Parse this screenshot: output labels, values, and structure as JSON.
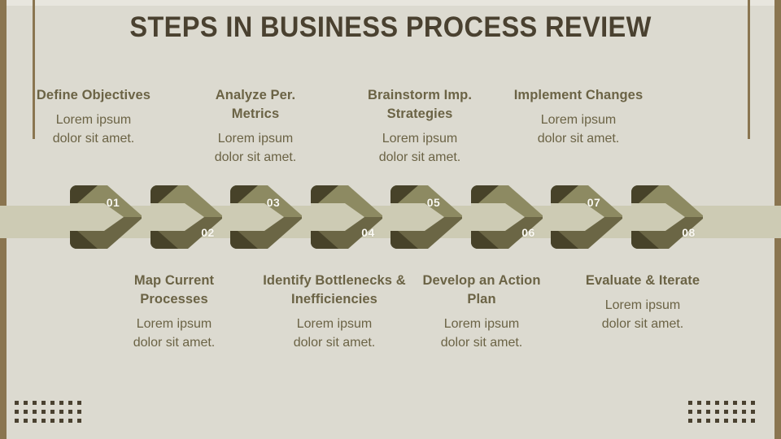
{
  "slide": {
    "title": "STEPS IN BUSINESS PROCESS REVIEW",
    "background_color": "#dcdad0",
    "band_color": "#cdcbb4",
    "accent_bar_color": "#8a7550",
    "title_color": "#4a4130",
    "text_color": "#6b6345",
    "chevron_light": "#8d8a62",
    "chevron_dark": "#6b6645",
    "chevron_notch": "#474229",
    "number_color": "#fbfaf4"
  },
  "steps": [
    {
      "number": "01",
      "position": "top",
      "heading": "Define Objectives",
      "body": "Lorem ipsum dolor sit amet."
    },
    {
      "number": "02",
      "position": "bottom",
      "heading": "Map Current Processes",
      "body": "Lorem ipsum dolor sit amet."
    },
    {
      "number": "03",
      "position": "top",
      "heading": "Analyze Per. Metrics",
      "body": "Lorem ipsum dolor sit amet."
    },
    {
      "number": "04",
      "position": "bottom",
      "heading": "Identify Bottlenecks & Inefficiencies",
      "body": "Lorem ipsum dolor sit amet."
    },
    {
      "number": "05",
      "position": "top",
      "heading": "Brainstorm Imp. Strategies",
      "body": "Lorem ipsum dolor sit amet."
    },
    {
      "number": "06",
      "position": "bottom",
      "heading": "Develop an Action Plan",
      "body": "Lorem ipsum dolor sit amet."
    },
    {
      "number": "07",
      "position": "top",
      "heading": "Implement Changes",
      "body": "Lorem ipsum dolor sit amet."
    },
    {
      "number": "08",
      "position": "bottom",
      "heading": "Evaluate & Iterate",
      "body": "Lorem ipsum dolor sit amet."
    }
  ],
  "top_columns": [
    {
      "heading": "Define Objectives",
      "body_line1": "Lorem ipsum",
      "body_line2": "dolor sit amet."
    },
    {
      "heading": "Analyze Per. Metrics",
      "body_line1": "Lorem ipsum",
      "body_line2": "dolor sit amet."
    },
    {
      "heading": "Brainstorm Imp. Strategies",
      "body_line1": "Lorem ipsum",
      "body_line2": "dolor sit amet."
    },
    {
      "heading": "Implement Changes",
      "body_line1": "Lorem ipsum",
      "body_line2": "dolor sit amet."
    }
  ],
  "bottom_columns": [
    {
      "heading": "Map Current Processes",
      "body_line1": "Lorem ipsum",
      "body_line2": "dolor sit amet."
    },
    {
      "heading": "Identify Bottlenecks & Inefficiencies",
      "body_line1": "Lorem ipsum",
      "body_line2": "dolor sit amet."
    },
    {
      "heading": "Develop an Action Plan",
      "body_line1": "Lorem ipsum",
      "body_line2": "dolor sit amet."
    },
    {
      "heading": "Evaluate & Iterate",
      "body_line1": "Lorem ipsum",
      "body_line2": "dolor sit amet."
    }
  ],
  "decoration": {
    "dot_grid_columns": 8,
    "dot_grid_rows": 3,
    "dot_color": "#4a4130"
  }
}
